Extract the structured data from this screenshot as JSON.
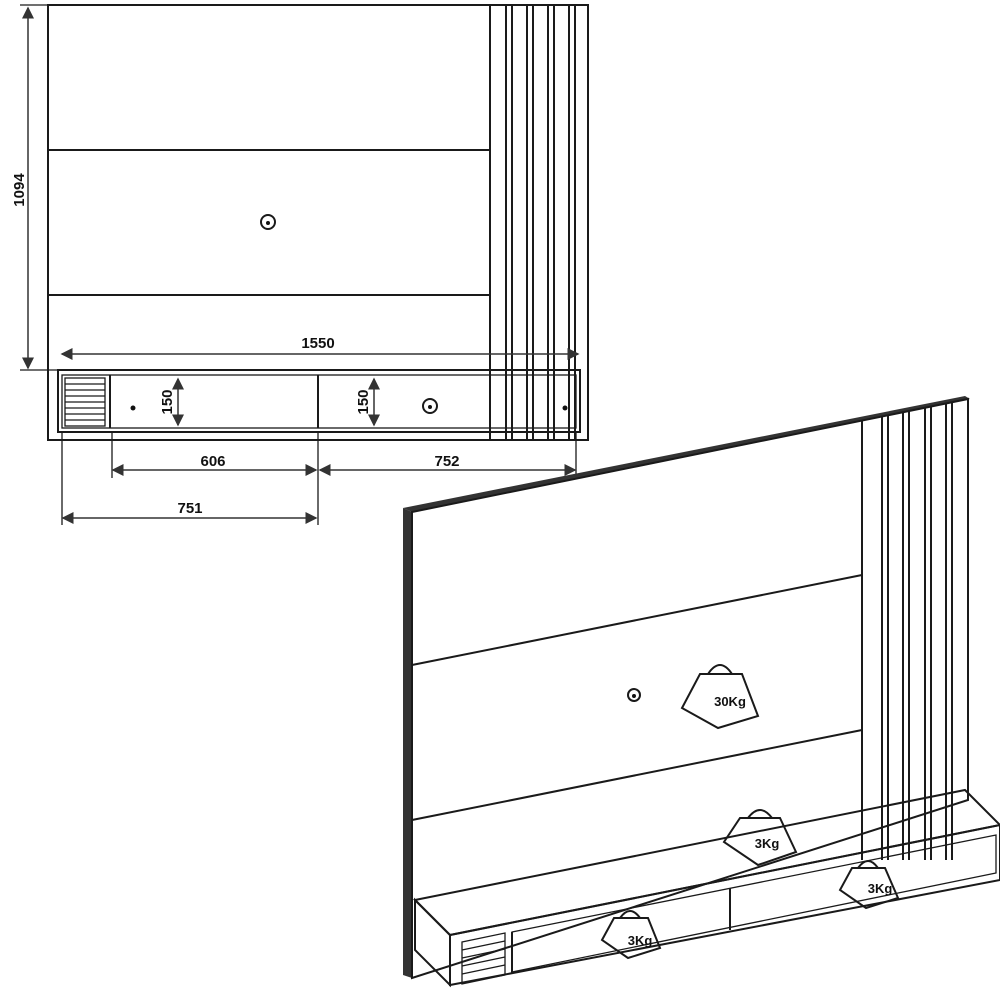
{
  "front_view": {
    "dimensions": {
      "height": "1094",
      "width": "1550",
      "niche_left_height": "150",
      "niche_right_height": "150",
      "niche_left_width": "606",
      "niche_right_width": "752",
      "half_width": "751"
    }
  },
  "iso_view": {
    "panel_load": "30Kg",
    "shelf_top_load": "3Kg",
    "niche_right_load": "3Kg",
    "niche_left_load": "3Kg"
  },
  "colors": {
    "line": "#1a1a1a",
    "background": "#ffffff"
  }
}
